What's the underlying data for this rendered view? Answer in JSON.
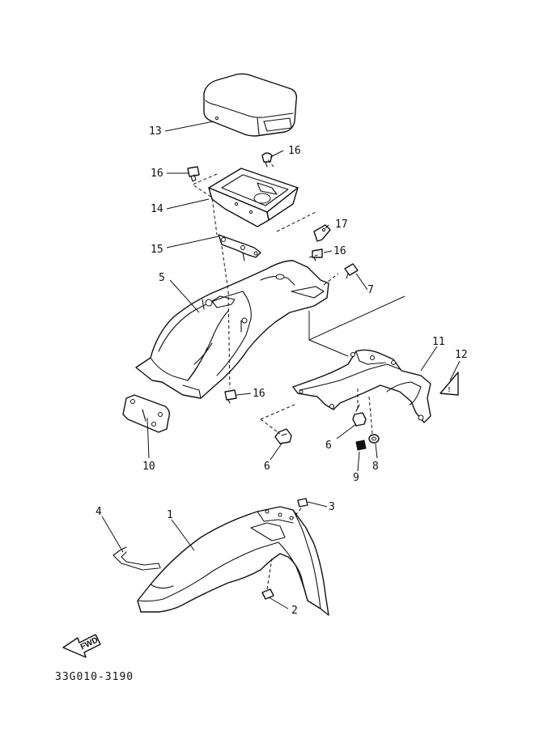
{
  "diagram": {
    "callouts": {
      "p1": "1",
      "p2": "2",
      "p3": "3",
      "p4": "4",
      "p5": "5",
      "p6a": "6",
      "p6b": "6",
      "p7": "7",
      "p8": "8",
      "p9": "9",
      "p10": "10",
      "p11": "11",
      "p12": "12",
      "p13": "13",
      "p14": "14",
      "p15": "15",
      "p16a": "16",
      "p16b": "16",
      "p16c": "16",
      "p16d": "16",
      "p17": "17"
    },
    "fwd_label": "FWD",
    "drawing_code": "33G010-3190"
  }
}
